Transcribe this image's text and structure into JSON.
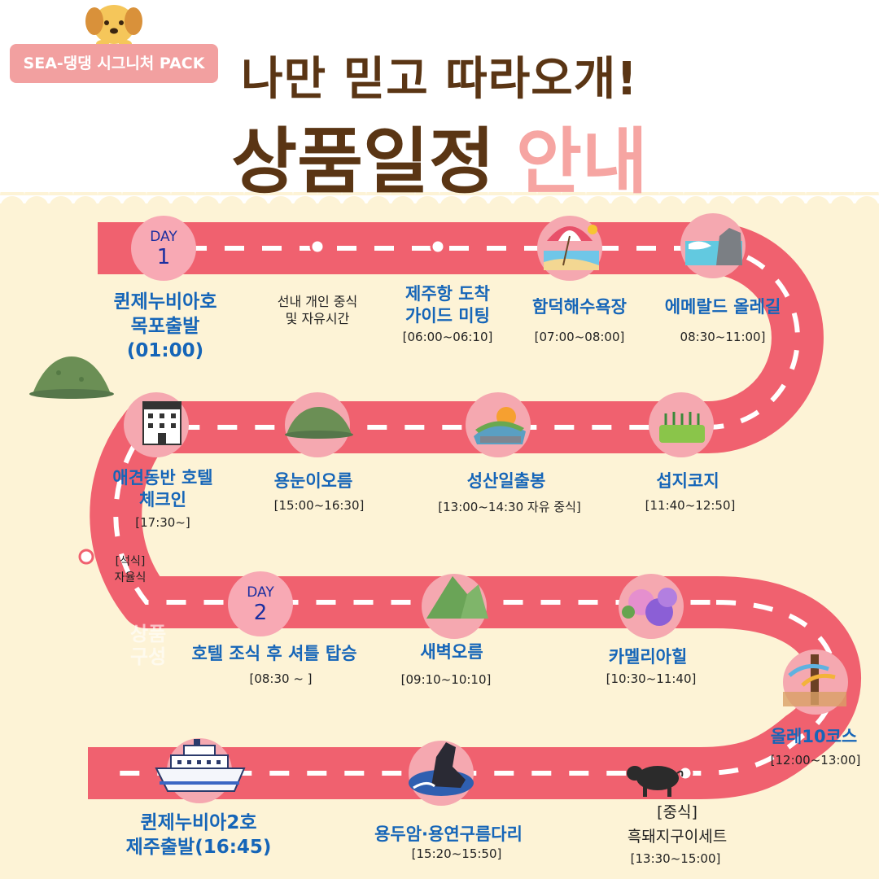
{
  "header": {
    "badge": "SEA-댕댕 시그니처 PACK",
    "title_line1": "나만 믿고 따라오개!",
    "title_main": "상품일정",
    "title_accent": "안내"
  },
  "colors": {
    "road": "#f0616f",
    "cream": "#fdf3d6",
    "brown": "#5a3514",
    "pink": "#f6a5a2",
    "blue": "#1565b8"
  },
  "watermark": {
    "line1": "상품",
    "line2": "구성"
  },
  "days": {
    "day1": {
      "label": "DAY",
      "num": "1"
    },
    "day2": {
      "label": "DAY",
      "num": "2"
    }
  },
  "stops": {
    "s1": {
      "name1": "퀸제누비아호",
      "name2": "목포출발",
      "name3": "(01:00)"
    },
    "s2": {
      "line1": "선내 개인 중식",
      "line2": "및  자유시간"
    },
    "s3": {
      "name1": "제주항 도착",
      "name2": "가이드 미팅",
      "time": "[06:00~06:10]"
    },
    "s4": {
      "name": "함덕해수욕장",
      "time": "[07:00~08:00]"
    },
    "s5": {
      "name": "에메랄드 올레길",
      "time": "08:30~11:00]"
    },
    "s6": {
      "name": "섭지코지",
      "time": "[11:40~12:50]"
    },
    "s7": {
      "name": "성산일출봉",
      "time": "[13:00~14:30 자유 중식]"
    },
    "s8": {
      "name": "용눈이오름",
      "time": "[15:00~16:30]"
    },
    "s9": {
      "name1": "애견동반 호텔",
      "name2": "체크인",
      "time": "[17:30~]"
    },
    "s10": {
      "line1": "[석식]",
      "line2": "자율식"
    },
    "s11": {
      "name": "호텔 조식 후 셔틀 탑승",
      "time": "[08:30 ~ ]"
    },
    "s12": {
      "name": "새벽오름",
      "time": "[09:10~10:10]"
    },
    "s13": {
      "name": "카멜리아힐",
      "time": "[10:30~11:40]"
    },
    "s14": {
      "name": "올레10코스",
      "time": "[12:00~13:00]"
    },
    "s15": {
      "line1": "[중식]",
      "name": "흑돼지구이세트",
      "time": "[13:30~15:00]"
    },
    "s16": {
      "name": "용두암·용연구름다리",
      "time": "[15:20~15:50]"
    },
    "s17": {
      "name1": "퀸제누비아2호",
      "name2": "제주출발(16:45)"
    }
  },
  "icons": {
    "header": "puppy-icon",
    "i1": "mountain-icon",
    "i2": "beach-umbrella-icon",
    "i3": "emerald-cliff-icon",
    "i4": "grass-icon",
    "i5": "sunrise-peak-icon",
    "i6": "hotel-icon",
    "i7": "green-mountain-icon",
    "i8": "hydrangea-icon",
    "i9": "signpost-icon",
    "i10": "pig-icon",
    "i11": "dragon-rock-icon",
    "i12": "ship-icon"
  }
}
